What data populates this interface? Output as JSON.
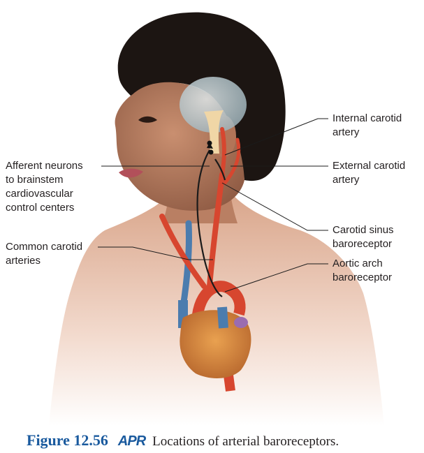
{
  "labels": {
    "internal_carotid": "Internal carotid\nartery",
    "external_carotid": "External carotid\nartery",
    "afferent_neurons": "Afferent neurons\nto brainstem\ncardiovascular\ncontrol centers",
    "carotid_sinus": "Carotid sinus\nbaroreceptor",
    "common_carotid": "Common carotid\narteries",
    "aortic_arch": "Aortic arch\nbaroreceptor"
  },
  "caption": {
    "figure_number": "Figure 12.56",
    "badge": "APR",
    "text": "Locations of arterial baroreceptors."
  },
  "colors": {
    "skin": "#c0876a",
    "hair": "#1c1512",
    "artery": "#d7462f",
    "vein": "#4b7cae",
    "heart": "#d98a3c",
    "brain": "#b9c9cf",
    "accent": "#1a5a9e"
  }
}
